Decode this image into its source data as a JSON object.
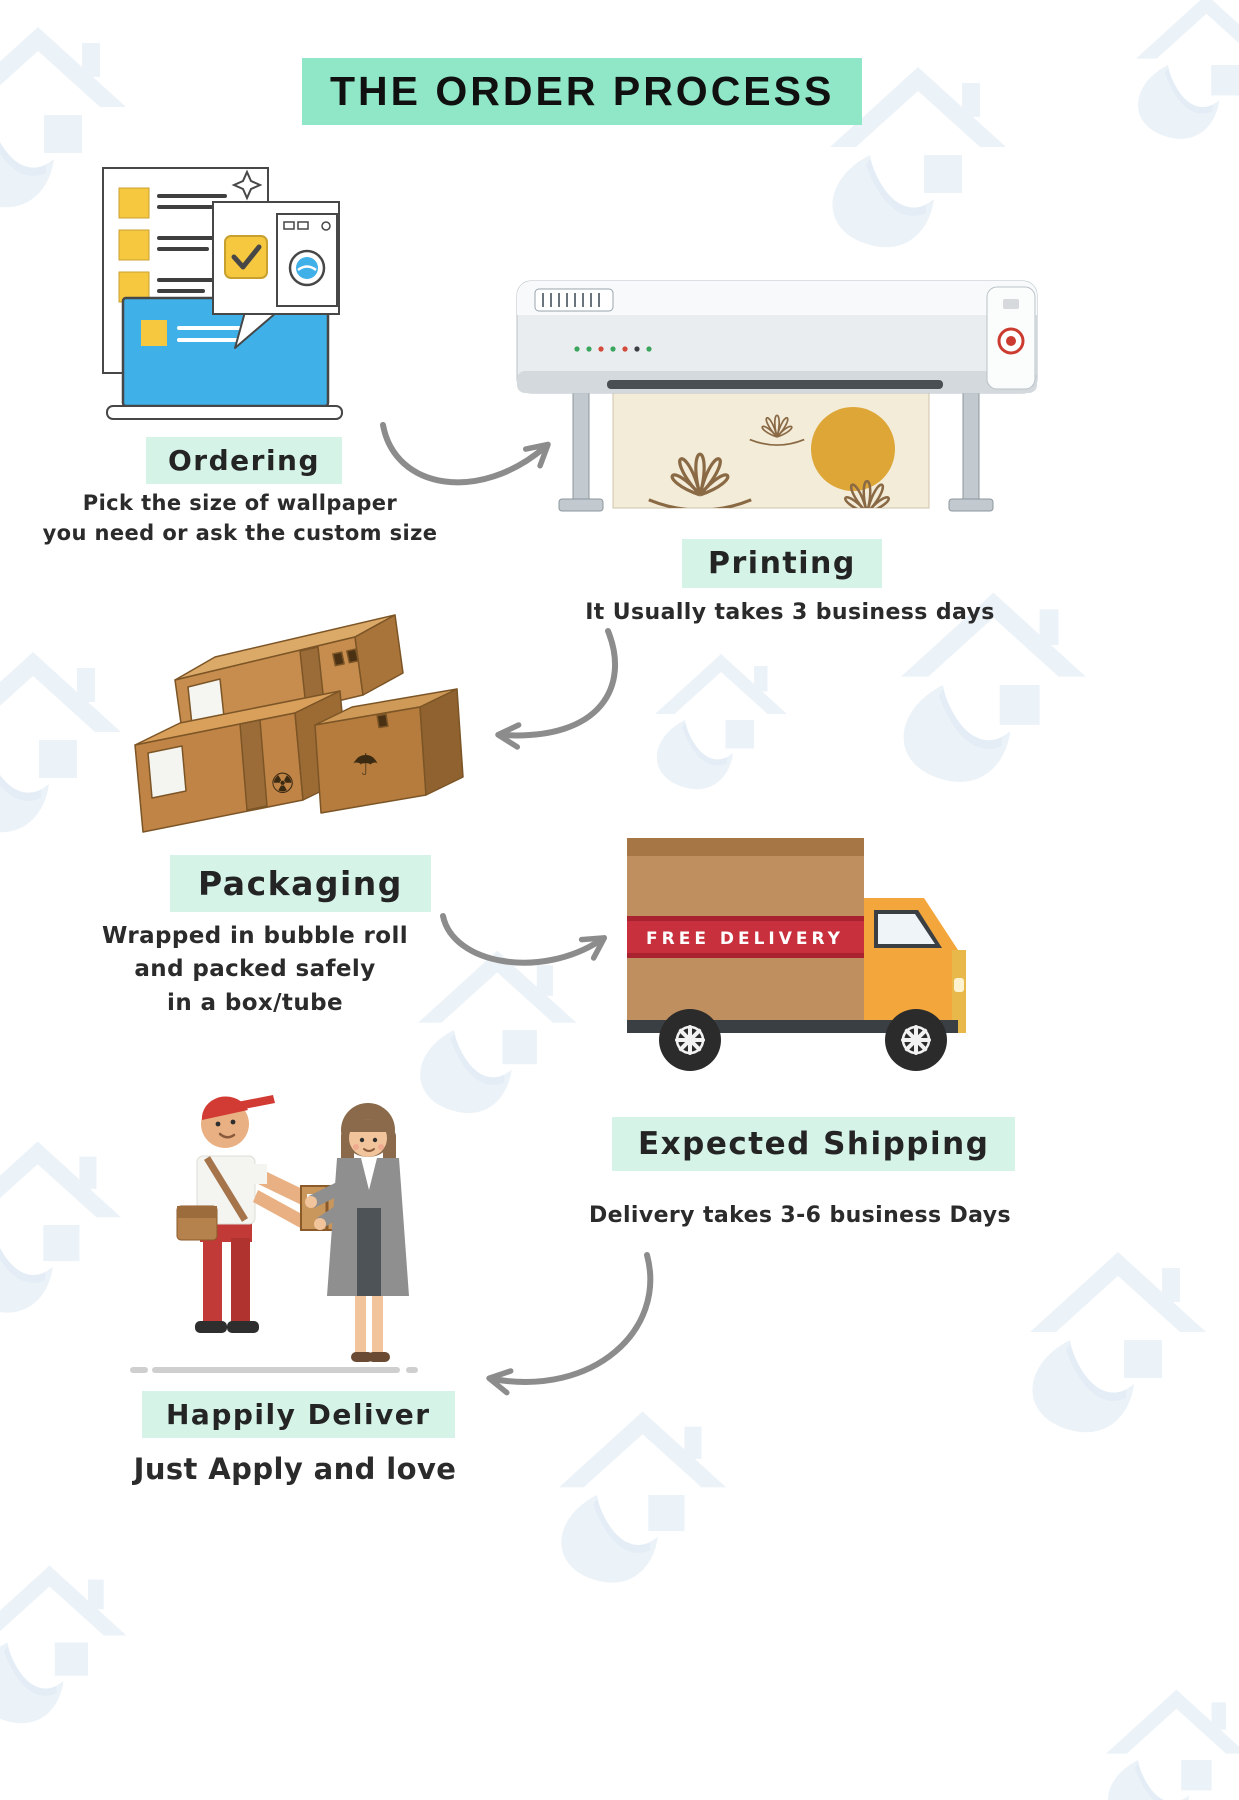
{
  "title": "THE ORDER PROCESS",
  "steps": [
    {
      "label": "Ordering",
      "description": "Pick the size of wallpaper\nyou need or ask the custom size"
    },
    {
      "label": "Printing",
      "description": "It Usually takes 3 business days"
    },
    {
      "label": "Packaging",
      "description": "Wrapped in bubble roll\nand  packed safely\nin a box/tube"
    },
    {
      "label": "Expected Shipping",
      "description": "Delivery takes 3-6 business Days"
    },
    {
      "label": "Happily Deliver",
      "description": "Just Apply and love"
    }
  ],
  "truck": {
    "banner": "FREE DELIVERY"
  },
  "icons": {
    "umbrella_symbol": "☂",
    "radiation_symbol": "☢",
    "illustrations": "ordering-laptop, wide-format-printer, cardboard-boxes, delivery-truck, courier-handoff",
    "watermark": "house-leaf-logo",
    "arrow": "curved-gray-arrow"
  },
  "colors": {
    "title_highlight": "#8fe7c8",
    "label_highlight": "#d5f4e7",
    "arrow_gray": "#8c8c8c",
    "watermark_blue": "#dce8f4",
    "box_brown": "#c68d4e",
    "truck_red": "#c9303e",
    "truck_orange": "#f2a63b",
    "screen_blue": "#3fb0e8",
    "sticky_yellow": "#f5c83f",
    "sun_orange": "#dda637"
  }
}
